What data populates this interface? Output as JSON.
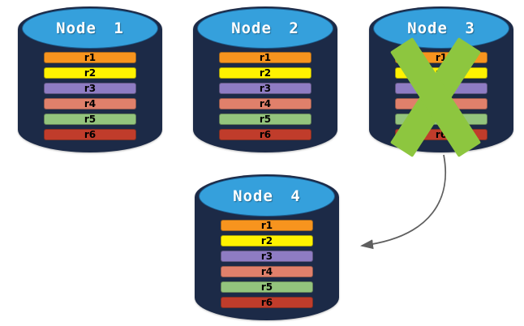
{
  "colors": {
    "canvas_background": "#FFFFFF",
    "cylinder_body": "#1C2A47",
    "cylinder_top": "#35A0DC",
    "failure_cross": "#8DC63F",
    "arrow": "#5F5F5F"
  },
  "replicas": [
    {
      "label": "r1",
      "color": "#F7941E"
    },
    {
      "label": "r2",
      "color": "#FFF200"
    },
    {
      "label": "r3",
      "color": "#8E7CC3"
    },
    {
      "label": "r4",
      "color": "#E0806B"
    },
    {
      "label": "r5",
      "color": "#93C47D"
    },
    {
      "label": "r6",
      "color": "#C03C2B"
    }
  ],
  "nodes": [
    {
      "title": "Node 1",
      "failed": false
    },
    {
      "title": "Node 2",
      "failed": false
    },
    {
      "title": "Node 3",
      "failed": true
    },
    {
      "title": "Node 4",
      "failed": false
    }
  ]
}
